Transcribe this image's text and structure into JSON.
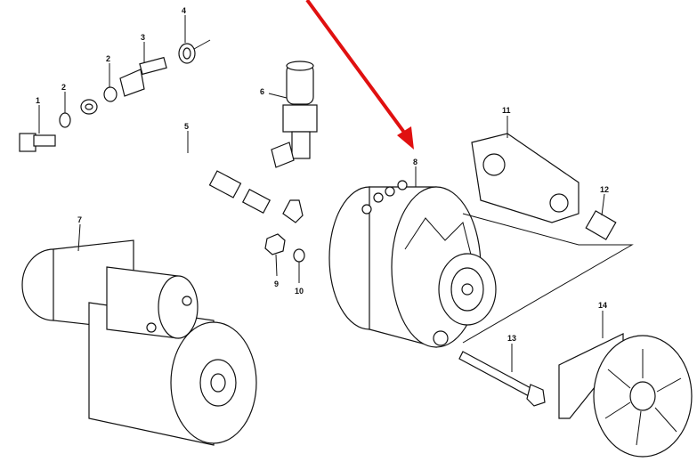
{
  "diagram": {
    "callouts": [
      {
        "id": "part-1",
        "label": "1"
      },
      {
        "id": "part-2a",
        "label": "2"
      },
      {
        "id": "part-2b",
        "label": "2"
      },
      {
        "id": "part-3",
        "label": "3"
      },
      {
        "id": "part-4",
        "label": "4"
      },
      {
        "id": "part-5",
        "label": "5"
      },
      {
        "id": "part-6",
        "label": "6"
      },
      {
        "id": "part-7",
        "label": "7"
      },
      {
        "id": "part-8",
        "label": "8"
      },
      {
        "id": "part-9",
        "label": "9"
      },
      {
        "id": "part-10",
        "label": "10"
      },
      {
        "id": "part-11",
        "label": "11"
      },
      {
        "id": "part-12",
        "label": "12"
      },
      {
        "id": "part-13",
        "label": "13"
      },
      {
        "id": "part-14",
        "label": "14"
      }
    ],
    "highlight_color": "#e01010"
  }
}
